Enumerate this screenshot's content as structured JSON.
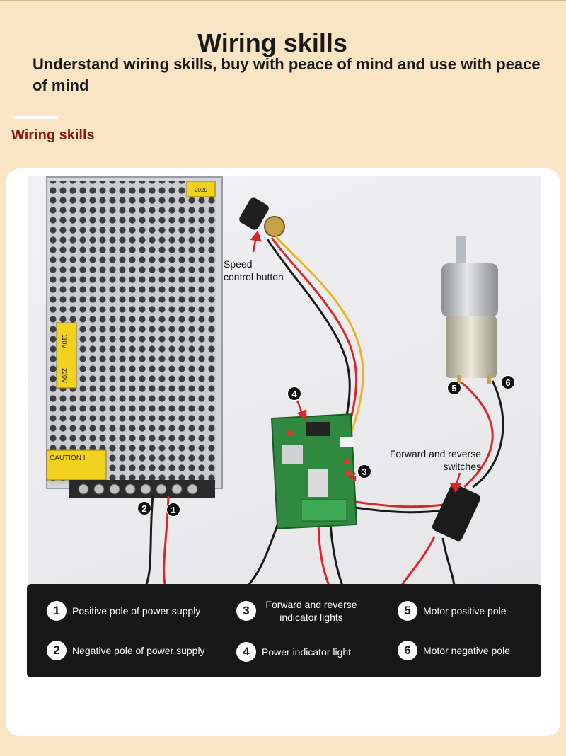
{
  "header": {
    "title": "Wiring skills",
    "subtitle": "Understand wiring skills, buy with peace of mind and use with peace of mind"
  },
  "section": {
    "title": "Wiring skills"
  },
  "diagram": {
    "callouts": {
      "speed_line1": "Speed",
      "speed_line2": "control button",
      "switch_line1": "Forward and reverse",
      "switch_line2": "switches"
    },
    "psu_label_caution": "CAUTION !",
    "psu_label_110": "110V",
    "psu_label_220": "220V",
    "psu_label_year": "2020",
    "markers": [
      "1",
      "2",
      "3",
      "4",
      "5",
      "6"
    ]
  },
  "legend": {
    "items": [
      {
        "num": "1",
        "label": "Positive pole of power supply"
      },
      {
        "num": "2",
        "label": "Negative pole of power supply"
      },
      {
        "num": "3",
        "label": "Forward and reverse indicator lights"
      },
      {
        "num": "4",
        "label": "Power indicator light"
      },
      {
        "num": "5",
        "label": "Motor positive pole"
      },
      {
        "num": "6",
        "label": "Motor negative pole"
      }
    ]
  },
  "colors": {
    "page_bg": "#f9e5c4",
    "section_title": "#8a1a12",
    "legend_bg": "#171717",
    "wire_red": "#d8262a",
    "wire_black": "#1a1a1a",
    "wire_yellow": "#e6b52a",
    "pcb_green": "#2f8a3f"
  }
}
